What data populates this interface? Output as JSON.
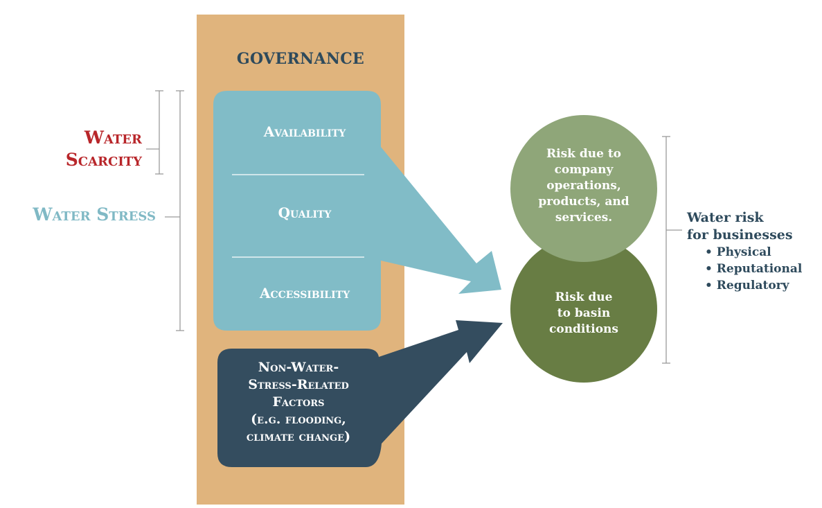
{
  "governance": {
    "title": "GOVERNANCE"
  },
  "water_stress": {
    "scarcity_line1": "Water",
    "scarcity_line2": "Scarcity",
    "stress_label": "Water Stress",
    "dimensions": [
      "Availability",
      "Quality",
      "Accessibility"
    ]
  },
  "non_water": {
    "lines": [
      "Non-Water-",
      "Stress-Related",
      "Factors",
      "(e.g. flooding,",
      "climate change)"
    ]
  },
  "risks": {
    "company": [
      "Risk due to",
      "company",
      "operations,",
      "products, and",
      "services."
    ],
    "basin": [
      "Risk due",
      "to basin",
      "conditions"
    ]
  },
  "water_risk": {
    "title_line1": "Water risk",
    "title_line2": "for businesses",
    "items": [
      "Physical",
      "Reputational",
      "Regulatory"
    ]
  },
  "colors": {
    "governance_bg": "#e0b47d",
    "stress_box": "#81bcc7",
    "nonwater_box": "#344d5f",
    "company_circle": "#8fa679",
    "basin_circle": "#687d44",
    "scarcity_text": "#b8262a",
    "stress_text": "#80b9c5",
    "dark_text": "#2e4a5c"
  }
}
